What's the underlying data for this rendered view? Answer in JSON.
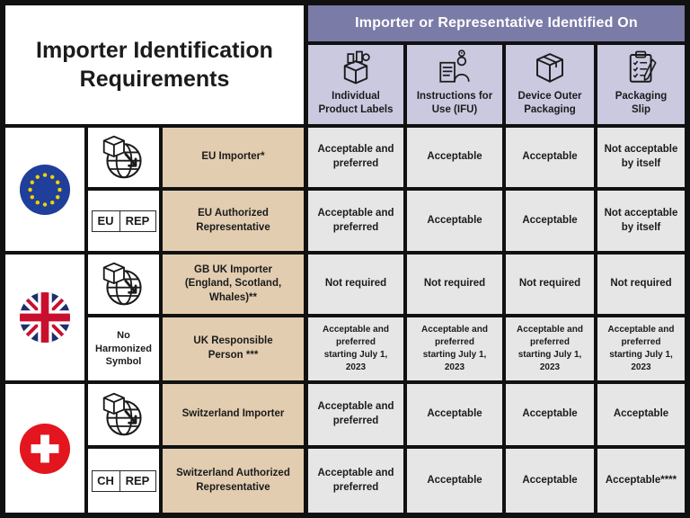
{
  "title": "Importer Identification\nRequirements",
  "group_header": "Importer or Representative Identified On",
  "columns": [
    {
      "label": "Individual\nProduct Labels",
      "icon": "product-box-icon"
    },
    {
      "label": "Instructions for\nUse (IFU)",
      "icon": "instructions-icon"
    },
    {
      "label": "Device Outer\nPackaging",
      "icon": "package-icon"
    },
    {
      "label": "Packaging\nSlip",
      "icon": "clipboard-checklist-icon"
    }
  ],
  "regions": [
    {
      "name": "EU",
      "flag_icon": "eu-flag-icon"
    },
    {
      "name": "UK",
      "flag_icon": "uk-flag-icon"
    },
    {
      "name": "Switzerland",
      "flag_icon": "swiss-flag-icon"
    }
  ],
  "rows": [
    {
      "role": "EU Importer*",
      "symbol": {
        "type": "importer-icon"
      },
      "values": [
        "Acceptable and\npreferred",
        "Acceptable",
        "Acceptable",
        "Not acceptable\nby itself"
      ]
    },
    {
      "role": "EU Authorized\nRepresentative",
      "symbol": {
        "type": "rep-box",
        "left": "EU",
        "right": "REP"
      },
      "values": [
        "Acceptable and\npreferred",
        "Acceptable",
        "Acceptable",
        "Not acceptable\nby itself"
      ]
    },
    {
      "role": "GB UK Importer\n(England, Scotland,\nWhales)**",
      "symbol": {
        "type": "importer-icon"
      },
      "values": [
        "Not required",
        "Not required",
        "Not required",
        "Not required"
      ]
    },
    {
      "role": "UK Responsible\nPerson ***",
      "symbol": {
        "type": "text",
        "text": "No\nHarmonized\nSymbol"
      },
      "values": [
        "Acceptable and\npreferred\nstarting July 1,\n2023",
        "Acceptable and\npreferred\nstarting July 1,\n2023",
        "Acceptable and\npreferred\nstarting July 1,\n2023",
        "Acceptable and\npreferred\nstarting July 1,\n2023"
      ]
    },
    {
      "role": "Switzerland Importer",
      "symbol": {
        "type": "importer-icon"
      },
      "values": [
        "Acceptable and\npreferred",
        "Acceptable",
        "Acceptable",
        "Acceptable"
      ]
    },
    {
      "role": "Switzerland Authorized\nRepresentative",
      "symbol": {
        "type": "rep-box",
        "left": "CH",
        "right": "REP"
      },
      "values": [
        "Acceptable and\npreferred",
        "Acceptable",
        "Acceptable",
        "Acceptable****"
      ]
    }
  ],
  "colors": {
    "header_purple": "#7b7ba8",
    "subheader_lavender": "#cac9e0",
    "role_tan": "#e2cdb0",
    "value_gray": "#e6e6e6",
    "eu_blue": "#1f3f9a",
    "eu_star": "#f2d100",
    "uk_red": "#c8102e",
    "swiss_red": "#e3161f"
  }
}
